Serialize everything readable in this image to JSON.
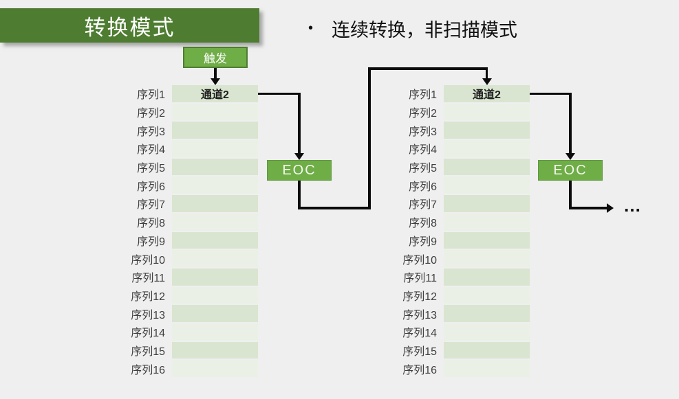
{
  "title": {
    "label": "转换模式",
    "bg": "#4e7d31",
    "text_color": "#ffffff"
  },
  "bullet": {
    "marker": "•",
    "text": "连续转换，非扫描模式"
  },
  "colors": {
    "background": "#efefef",
    "title_green": "#4e7d31",
    "box_green": "#6fad47",
    "row_dark": "#d9e5d0",
    "row_light": "#eaf0e6",
    "arrow": "#0b0b0b",
    "label_text": "#3f3f3f"
  },
  "sequence_labels": [
    "序列1",
    "序列2",
    "序列3",
    "序列4",
    "序列5",
    "序列6",
    "序列7",
    "序列8",
    "序列9",
    "序列10",
    "序列11",
    "序列12",
    "序列13",
    "序列14",
    "序列15",
    "序列16"
  ],
  "diagrams": [
    {
      "trigger_label": "触发",
      "channel_label": "通道2",
      "eoc_label": "EOC"
    },
    {
      "channel_label": "通道2",
      "eoc_label": "EOC",
      "ellipsis": "…"
    }
  ]
}
